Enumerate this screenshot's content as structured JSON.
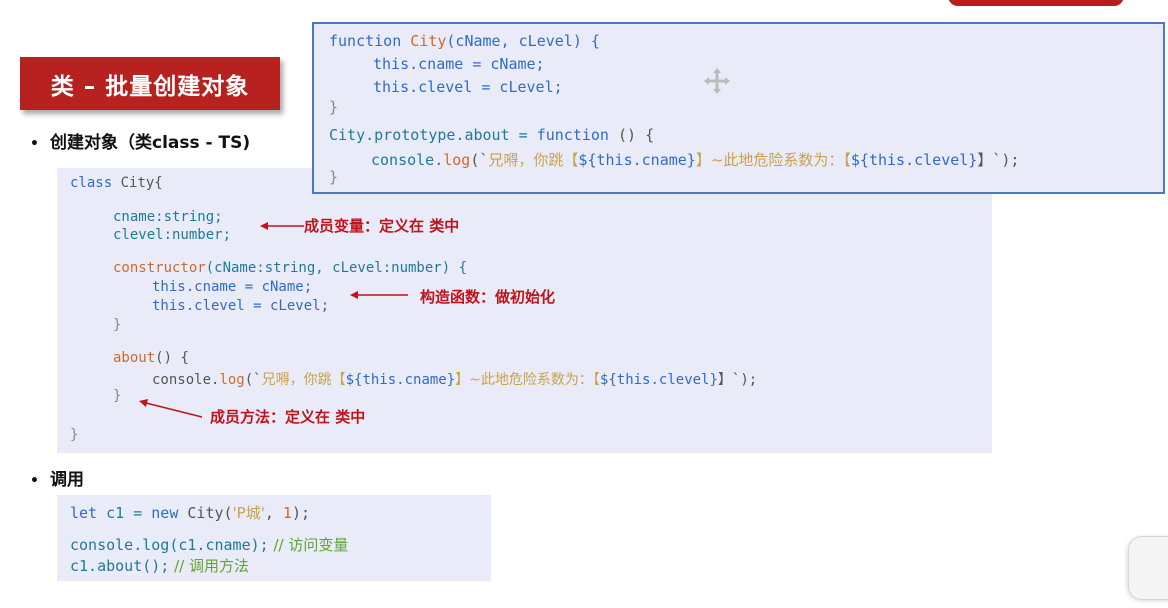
{
  "header": {
    "title": "类 – 批量创建对象"
  },
  "bullets": {
    "create": "创建对象（类class - TS)",
    "invoke": "调用"
  },
  "class_code": {
    "l1_kw": "class",
    "l1_name": "City{",
    "l2": "cname:string;",
    "l3": "clevel:number;",
    "l4_fn": "constructor",
    "l4_rest": "(cName:string, cLevel:number) {",
    "l5_kw": "this",
    "l5_rest": ".cname = cName;",
    "l6_kw": "this",
    "l6_rest": ".clevel = cLevel;",
    "l7": "}",
    "l8_fn": "about",
    "l8_rest": "() {",
    "l9_obj": "console.",
    "l9_fn": "log",
    "l9_open": "(`",
    "l9_str": "兄嘚，你跳【",
    "l9_expr1": "${this.cname}",
    "l9_str2": "】~此地危险系数为：【",
    "l9_expr2": "${this.clevel}",
    "l9_close": "】`);",
    "l10": "}",
    "l11": "}"
  },
  "annotations": {
    "members": "成员变量：定义在 类中",
    "constructor": "构造函数：做初始化",
    "methods": "成员方法：定义在 类中"
  },
  "call_code": {
    "l1_kw": "let",
    "l1_var": " c1 = ",
    "l1_new": "new",
    "l1_cls": " City(",
    "l1_str": "'P城'",
    "l1_sep": ", ",
    "l1_num": "1",
    "l1_end": ");",
    "l2_code": "console.log(c1.cname);",
    "l2_cmt": " // 访问变量",
    "l3_code": "c1.about();",
    "l3_cmt": " // 调用方法"
  },
  "func_code": {
    "l1_kw": "function",
    "l1_name": " City",
    "l1_rest": "(cName, cLevel) {",
    "l2_kw": "this",
    "l2_rest": ".cname = cName;",
    "l3_kw": "this",
    "l3_rest": ".clevel = cLevel;",
    "l4": "}",
    "l5_a": "City.prototype.about = ",
    "l5_kw": "function",
    "l5_rest": " () {",
    "l6_obj": "console.",
    "l6_fn": "log",
    "l6_open": "(`",
    "l6_str": "兄嘚，你跳【",
    "l6_expr1": "${this.cname}",
    "l6_str2": "】~此地危险系数为：【",
    "l6_expr2": "${this.clevel}",
    "l6_close": "】`);",
    "l7": "}"
  },
  "colors": {
    "banner": "#b7211f",
    "annotation": "#c0141b",
    "code_bg": "#e9ecf8",
    "func_border": "#4a78c2"
  },
  "icons": [
    "move-cursor-icon"
  ]
}
